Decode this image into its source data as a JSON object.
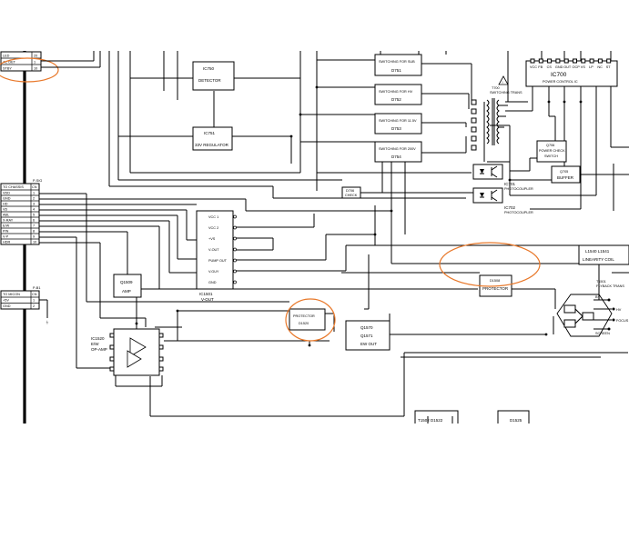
{
  "blocks": {
    "detector": {
      "ref": "IC750",
      "label": "DETECTOR"
    },
    "reg33": {
      "ref": "IC751",
      "label": "33V REGULATOR"
    },
    "sw1": {
      "title": "SWITCHING FOR SUB",
      "ref": "D751"
    },
    "sw2": {
      "title": "SWITCHING FOR HV",
      "ref": "D752"
    },
    "sw3": {
      "title": "SWITCHING FOR 11.5V",
      "ref": "D753"
    },
    "sw4": {
      "title": "SWITCHING FOR 200V",
      "ref": "D754"
    },
    "transformer": {
      "ref": "T700",
      "label": "SWITCHING TRANS"
    },
    "ic700": {
      "ref": "IC700",
      "label": "POWER CONTROL IC",
      "pins": [
        "VCC",
        "FB",
        "CS",
        "GND",
        "OUT",
        "OCP",
        "VS",
        "LP",
        "NC",
        "ST"
      ]
    },
    "power_check": {
      "ref": "Q706",
      "line1": "POWER CHECK",
      "line2": "SWITCH"
    },
    "buffer": {
      "ref": "Q705",
      "label": "BUFFER"
    },
    "ic701": {
      "ref": "IC701",
      "label": "PHOTOCOUPLER"
    },
    "ic702": {
      "ref": "IC702",
      "label": "PHOTOCOUPLER"
    },
    "diode_check": {
      "line1": "D706",
      "line2": "CHECK"
    },
    "linearity": {
      "line1": "L1540    L1541",
      "line2": "LINEARITY COIL"
    },
    "protector": {
      "ref": "D1508",
      "label": "PROTECTOR"
    },
    "protector_diode": {
      "line1": "PROTECTOR",
      "line2": "D1520"
    },
    "ict": {
      "ref": "IC1501",
      "label": "V-OUT",
      "pins": [
        "VCC 1",
        "VCC 2",
        "+VS",
        "V-OUT",
        "PUMP OUT",
        "V.GUY",
        "GND"
      ]
    },
    "q1509": {
      "line1": "Q1509",
      "line2": "AMP"
    },
    "q1570": {
      "line1": "Q1570",
      "line2": "Q1571",
      "line3": "EW OUT"
    },
    "ic1520": {
      "line1": "IC1520",
      "line2": "E/W",
      "line3": "OP-AMP"
    },
    "t1501": {
      "ref": "T1501",
      "label": "FLYBACK TRANS",
      "taps": [
        "B+",
        "HV",
        "FOCUS",
        "SCREEN"
      ]
    },
    "bottom1": {
      "label": "T1502  D1522"
    },
    "bottom2": {
      "label": "D1525"
    }
  },
  "connector_top": {
    "pins": [
      {
        "label": "LED",
        "num": "20"
      },
      {
        "label": "AC DET",
        "num": "1"
      },
      {
        "label": "STBY",
        "num": "10"
      }
    ]
  },
  "connector_mid": {
    "title": "P-SIG",
    "header": {
      "label": "TO CHASSIS",
      "num": "CN"
    },
    "pins": [
      {
        "label": "VDD",
        "num": "1"
      },
      {
        "label": "GND",
        "num": "2"
      },
      {
        "label": "HD",
        "num": "3"
      },
      {
        "label": "VD",
        "num": "4"
      },
      {
        "label": "ABL",
        "num": "5"
      },
      {
        "label": "X-RAY",
        "num": "6"
      },
      {
        "label": "E/W",
        "num": "7"
      },
      {
        "label": "PIN",
        "num": "8"
      },
      {
        "label": "V-P",
        "num": "9"
      },
      {
        "label": "HDR",
        "num": "10"
      }
    ]
  },
  "connector_bot": {
    "title": "P-B1",
    "header": {
      "label": "TO MICON",
      "num": "CN"
    },
    "pins": [
      {
        "label": "+5V",
        "num": "1"
      },
      {
        "label": "GND",
        "num": "2"
      }
    ]
  },
  "marks": {
    "warning": "!",
    "ground": "GND"
  }
}
